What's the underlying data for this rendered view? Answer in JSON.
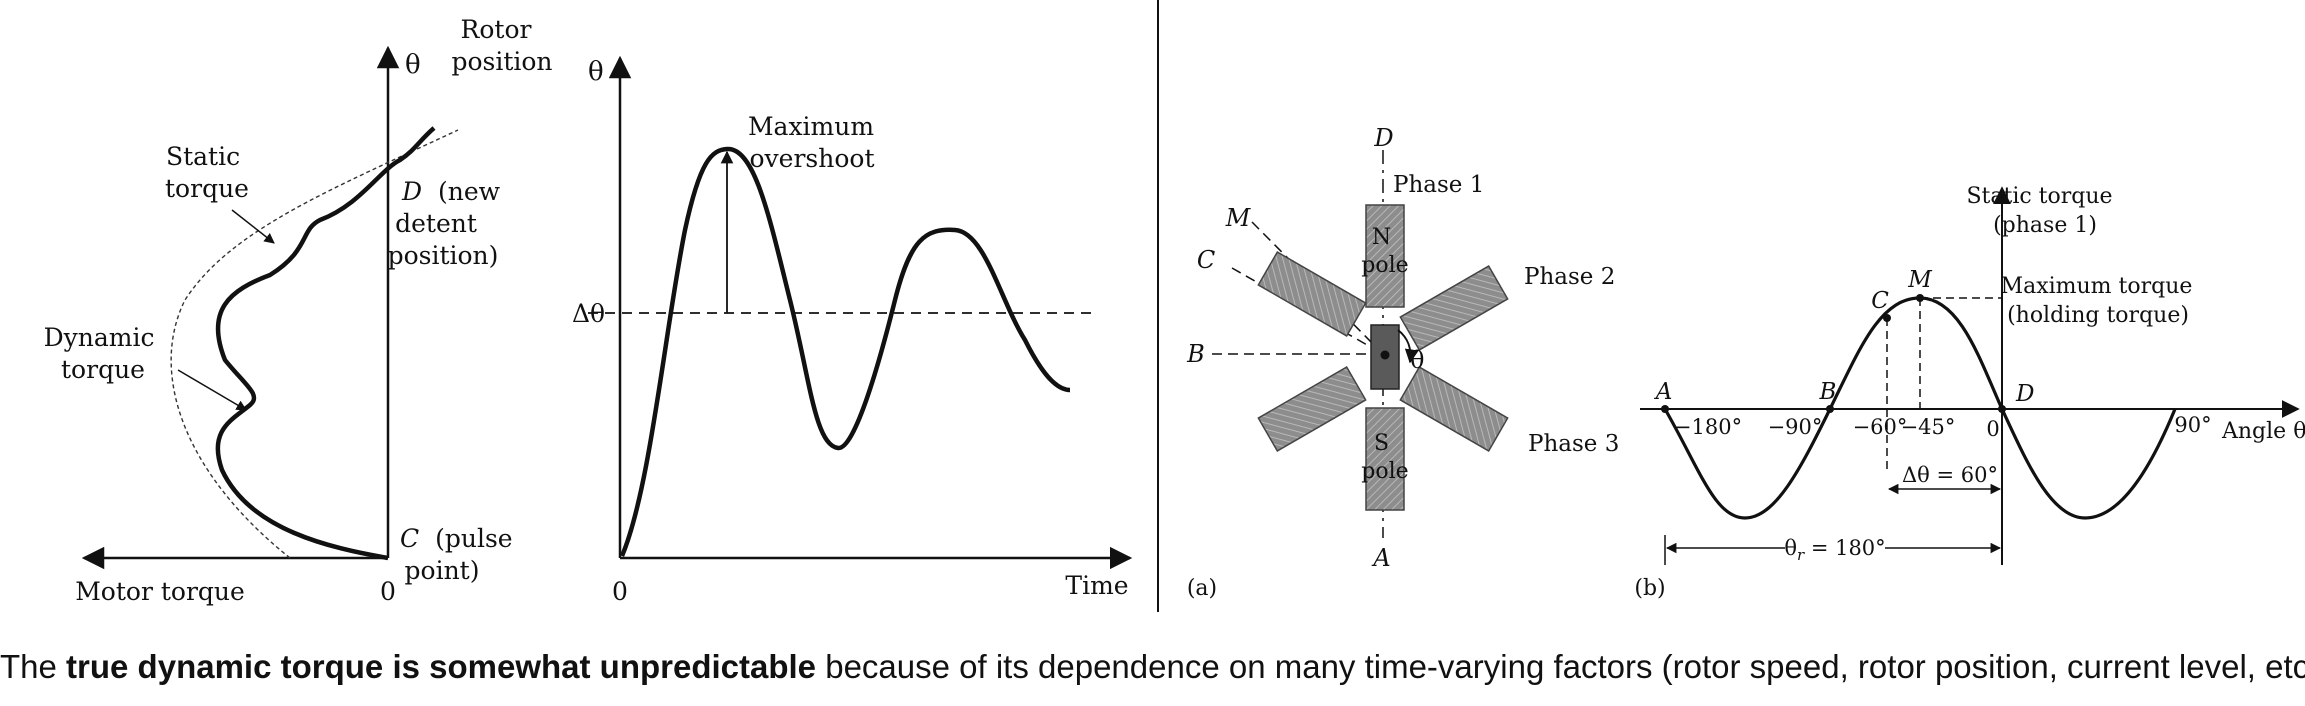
{
  "panel_rotor_torque": {
    "axis_theta": "θ",
    "rotor_position_line1": "Rotor",
    "rotor_position_line2": "position",
    "static_torque_line1": "Static",
    "static_torque_line2": "torque",
    "dynamic_torque_line1": "Dynamic",
    "dynamic_torque_line2": "torque",
    "point_D_letter": "D",
    "point_D_line1": "(new",
    "point_D_line2": "detent",
    "point_D_line3": "position)",
    "point_C_letter": "C",
    "point_C_line1": "(pulse",
    "point_C_line2": "point)",
    "motor_torque": "Motor torque",
    "origin": "0"
  },
  "panel_step_response": {
    "axis_theta": "θ",
    "delta_theta": "Δθ",
    "max_overshoot_line1": "Maximum",
    "max_overshoot_line2": "overshoot",
    "origin": "0",
    "time_label": "Time"
  },
  "panel_a": {
    "label": "(a)",
    "D": "D",
    "M": "M",
    "C": "C",
    "B": "B",
    "A": "A",
    "phase1": "Phase 1",
    "phase2": "Phase 2",
    "phase3": "Phase 3",
    "n_pole_line1": "N",
    "n_pole_line2": "pole",
    "s_pole_line1": "S",
    "s_pole_line2": "pole",
    "theta": "θ"
  },
  "panel_b": {
    "label": "(b)",
    "static_torque_line1": "Static torque",
    "static_torque_line2": "(phase 1)",
    "max_torque_line1": "Maximum torque",
    "max_torque_line2": "(holding torque)",
    "angle_axis": "Angle θ",
    "point_A": "A",
    "point_B": "B",
    "point_C": "C",
    "point_M": "M",
    "point_D": "D",
    "tick_m180": "−180°",
    "tick_m90": "−90°",
    "tick_m60": "−60°",
    "tick_m45": "−45°",
    "tick_0": "0",
    "tick_90": "90°",
    "delta_theta": "Δθ = 60°",
    "theta_r_prefix": "θ",
    "theta_r_sub": "r",
    "theta_r_suffix": " = 180°"
  },
  "caption": {
    "prefix": "The ",
    "bold": "true dynamic torque is somewhat unpredictable",
    "suffix": " because of its dependence on many time-varying factors (rotor speed, rotor position, current level, etc.)."
  },
  "colors": {
    "ink": "#111111",
    "pole_fill": "#8a8a8a",
    "rotor_fill": "#555555"
  }
}
